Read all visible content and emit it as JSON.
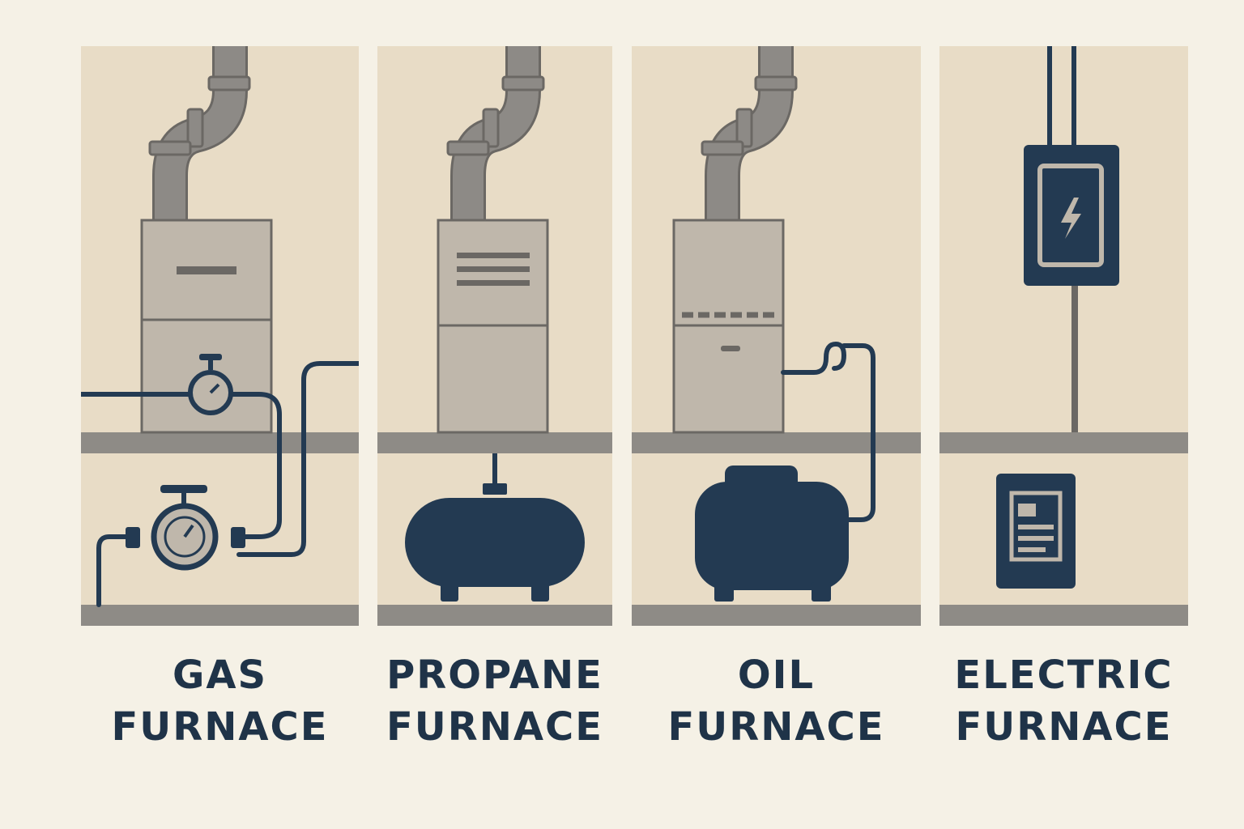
{
  "colors": {
    "background": "#f5f1e6",
    "panel": "#e8dcc6",
    "floor": "#8e8b86",
    "pipe": "#8d8a86",
    "furnace_body": "#bfb7ab",
    "outline": "#6b6864",
    "navy": "#233a52",
    "text": "#1f3348"
  },
  "panels": [
    {
      "line1": "GAS",
      "line2": "FURNACE",
      "icon": "gas-meter-icon"
    },
    {
      "line1": "PROPANE",
      "line2": "FURNACE",
      "icon": "propane-tank-icon"
    },
    {
      "line1": "OIL",
      "line2": "FURNACE",
      "icon": "oil-tank-icon"
    },
    {
      "line1": "ELECTRIC",
      "line2": "FURNACE",
      "icon": "electrical-panel-icon"
    }
  ]
}
